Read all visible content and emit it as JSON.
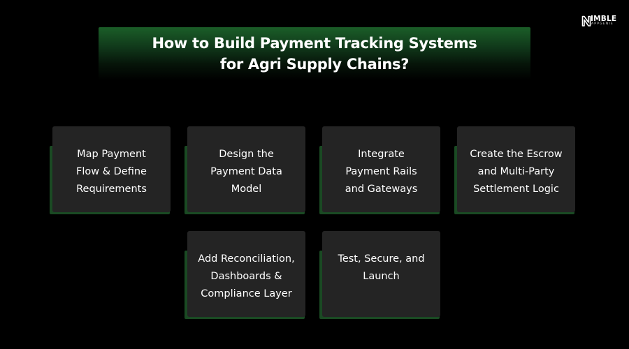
{
  "logo": {
    "brand_text": "IMBLE",
    "sub_text": "APPGENIE"
  },
  "title": {
    "line1": "How to Build Payment Tracking Systems",
    "line2": "for Agri Supply Chains?"
  },
  "steps": [
    {
      "lines": [
        "Map Payment",
        "Flow & Define",
        "Requirements"
      ]
    },
    {
      "lines": [
        "Design the",
        "Payment Data",
        "Model"
      ]
    },
    {
      "lines": [
        "Integrate",
        "Payment Rails",
        "and Gateways"
      ]
    },
    {
      "lines": [
        "Create the Escrow",
        "and Multi-Party",
        "Settlement Logic"
      ]
    },
    {
      "lines": [
        "Add Reconciliation,",
        "Dashboards &",
        "Compliance Layer"
      ]
    },
    {
      "lines": [
        "Test, Secure, and",
        "Launch"
      ]
    }
  ],
  "colors": {
    "background": "#000000",
    "banner_green": "#1b5e28",
    "card_accent_green": "#1a4a23",
    "card_fill": "#242424",
    "text": "#ffffff"
  }
}
